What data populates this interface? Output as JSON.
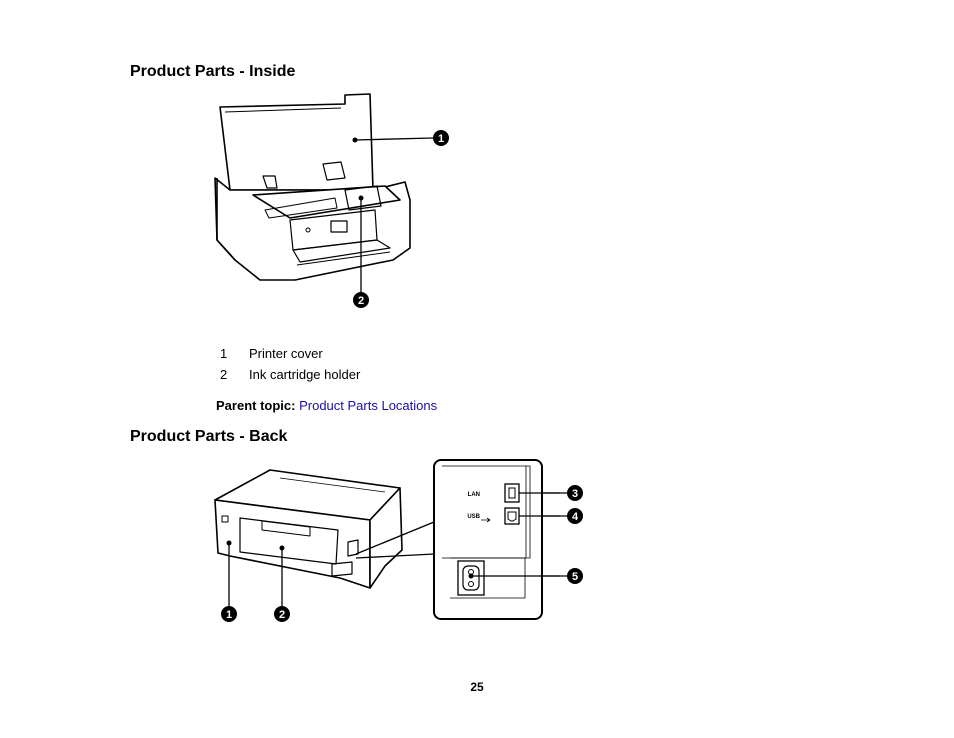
{
  "inside": {
    "title": "Product Parts - Inside",
    "callouts": [
      "1",
      "2"
    ],
    "items": [
      {
        "num": "1",
        "label": "Printer cover"
      },
      {
        "num": "2",
        "label": "Ink cartridge holder"
      }
    ]
  },
  "parent_topic": {
    "label": "Parent topic:",
    "link_text": "Product Parts Locations"
  },
  "back": {
    "title": "Product Parts - Back",
    "callouts": [
      "1",
      "2",
      "3",
      "4",
      "5"
    ],
    "port_labels": {
      "lan": "LAN",
      "usb": "USB"
    }
  },
  "page_number": "25"
}
